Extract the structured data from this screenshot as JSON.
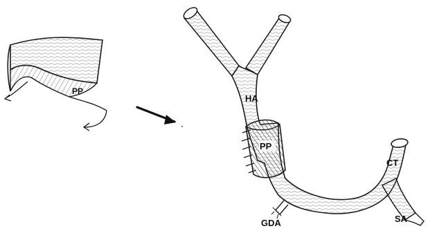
{
  "labels": {
    "flap_pp": "PP",
    "hepatic_artery": "HA",
    "wrap_pp": "PP",
    "celiac_trunk": "CT",
    "gastroduodenal_artery": "GDA",
    "splenic_artery": "SA"
  },
  "colors": {
    "ink": "#1a1a1a",
    "shading": "#8a8a8a",
    "vessel_fill": "#f4f4f4"
  }
}
